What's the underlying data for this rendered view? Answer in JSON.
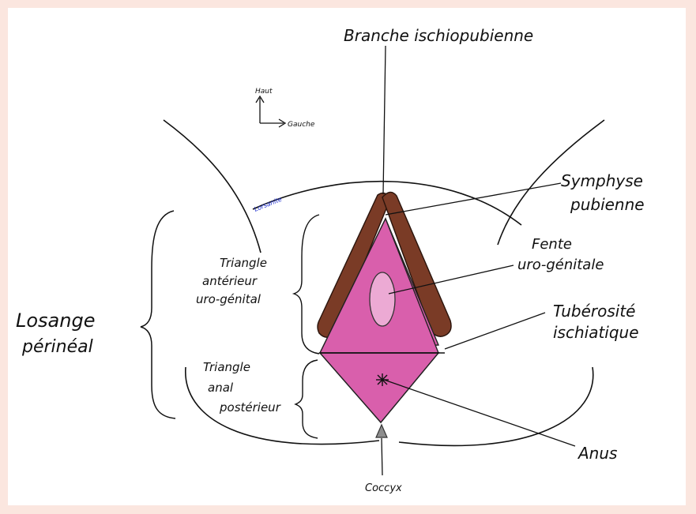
{
  "labels": {
    "branche": "Branche ischiopubienne",
    "haut": "Haut",
    "gauche": "Gauche",
    "symphyse_l1": "Symphyse",
    "symphyse_l2": "pubienne",
    "fente_l1": "Fente",
    "fente_l2": "uro-génitale",
    "tuberosite_l1": "Tubérosité",
    "tuberosite_l2": "ischiatique",
    "anus": "Anus",
    "coccyx": "Coccyx",
    "losange_l1": "Losange",
    "losange_l2": "périnéal",
    "tri_ant_l1": "Triangle",
    "tri_ant_l2": "antérieur",
    "tri_ant_l3": "uro-génital",
    "tri_post_l1": "Triangle",
    "tri_post_l2": "anal",
    "tri_post_l3": "postérieur",
    "small_blue": "Lorsanite"
  },
  "colors": {
    "brown": "#7a3b26",
    "pink": "#d95fac",
    "light_pink": "#ecaad4",
    "coccyx": "#8d8d8d",
    "background": "#fbe6df",
    "small_blue": "#1e2fd0"
  }
}
